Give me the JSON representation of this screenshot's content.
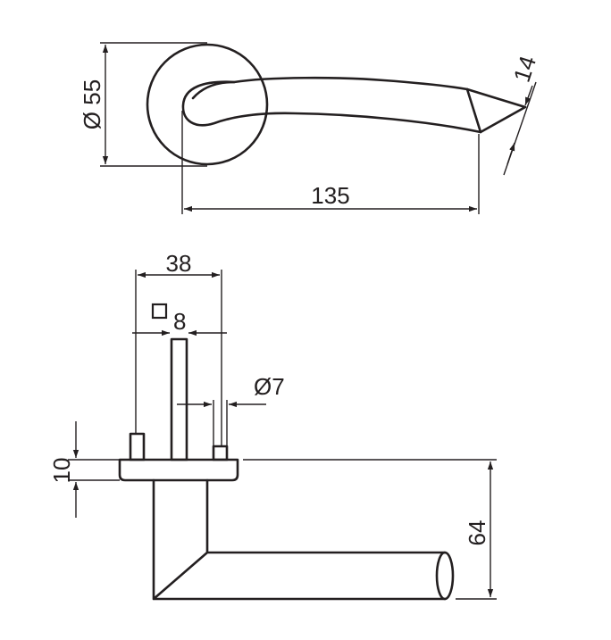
{
  "dimensions": {
    "rose_diameter": "Ø 55",
    "lever_length": "135",
    "lever_tip_thickness": "14",
    "rose_depth_span": "38",
    "spindle_square": "8",
    "screw_diameter": "Ø7",
    "rose_height": "10",
    "lever_projection": "64"
  },
  "colors": {
    "line": "#231f20",
    "background": "#ffffff"
  },
  "icons": {
    "square_symbol": "square-icon"
  }
}
